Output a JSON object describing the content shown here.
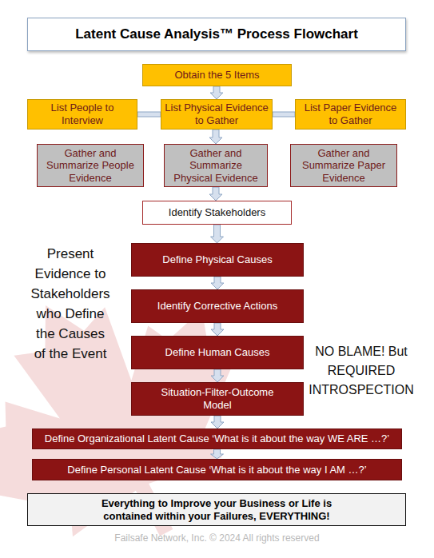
{
  "diagram": {
    "title": "Latent Cause Analysis™ Process Flowchart",
    "nodes": [
      {
        "text": [
          "Obtain the 5 Items"
        ]
      },
      {
        "text": [
          "List People to Interview"
        ]
      },
      {
        "text": [
          "List Physical Evidence to Gather"
        ]
      },
      {
        "text": [
          "List Paper Evidence to Gather"
        ]
      },
      {
        "text": [
          "Gather and Summarize People Evidence"
        ]
      },
      {
        "text": [
          "Gather and Summarize Physical Evidence"
        ]
      },
      {
        "text": [
          "Gather and Summarize Paper Evidence"
        ]
      },
      {
        "text": [
          "Identify Stakeholders"
        ]
      },
      {
        "text": [
          "Define Physical Causes"
        ]
      },
      {
        "text": [
          "Identify Corrective Actions"
        ]
      },
      {
        "text": [
          "Define Human Causes"
        ]
      },
      {
        "text": [
          "Situation-Filter-Outcome Model"
        ]
      },
      {
        "text": [
          "Define Organizational Latent Cause ‘What is it about the way WE ARE …?’"
        ]
      },
      {
        "text": [
          "Define Personal Latent Cause ‘What is it about the way I AM …?’"
        ]
      },
      {
        "text": [
          "Everything to Improve your Business or Life is contained within your Failures, EVERYTHING!"
        ]
      }
    ],
    "edges": [
      {
        "from": 0,
        "to": 2,
        "arrow": "to"
      },
      {
        "from": 2,
        "to": 1,
        "arrow": "none"
      },
      {
        "from": 2,
        "to": 3,
        "arrow": "none"
      },
      {
        "from": 2,
        "to": 5,
        "arrow": "to"
      },
      {
        "from": 5,
        "to": 7,
        "arrow": "to"
      },
      {
        "from": 7,
        "to": 8,
        "arrow": "to"
      },
      {
        "from": 8,
        "to": 9,
        "arrow": "to"
      },
      {
        "from": 9,
        "to": 10,
        "arrow": "to"
      },
      {
        "from": 10,
        "to": 11,
        "arrow": "to"
      },
      {
        "from": 11,
        "to": 12,
        "arrow": "to"
      },
      {
        "from": 12,
        "to": 13,
        "arrow": "to"
      }
    ],
    "labels": [
      "Present Evidence to Stakeholders who Define the Causes of the Event",
      "NO BLAME! But REQUIRED INTROSPECTION",
      "Failsafe Network, Inc. © 2024 All rights reserved"
    ]
  }
}
